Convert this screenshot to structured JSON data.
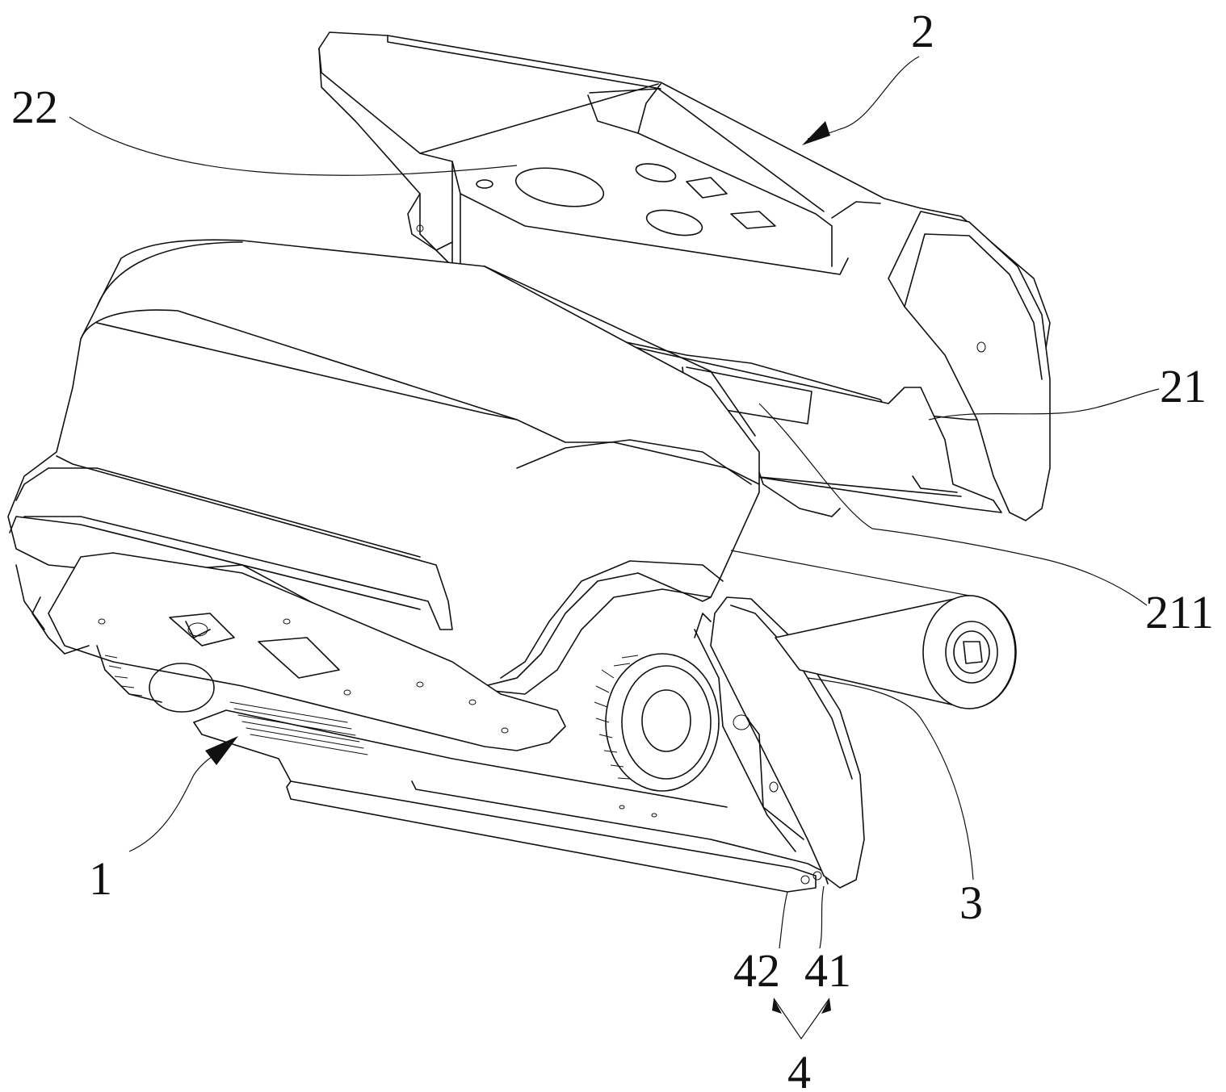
{
  "figure": {
    "labels": {
      "part_1": "1",
      "part_2": "2",
      "part_21": "21",
      "part_211": "211",
      "part_22": "22",
      "part_3": "3",
      "part_4": "4",
      "part_41": "41",
      "part_42": "42"
    },
    "colors": {
      "line": "#111111",
      "background": "#ffffff"
    }
  }
}
